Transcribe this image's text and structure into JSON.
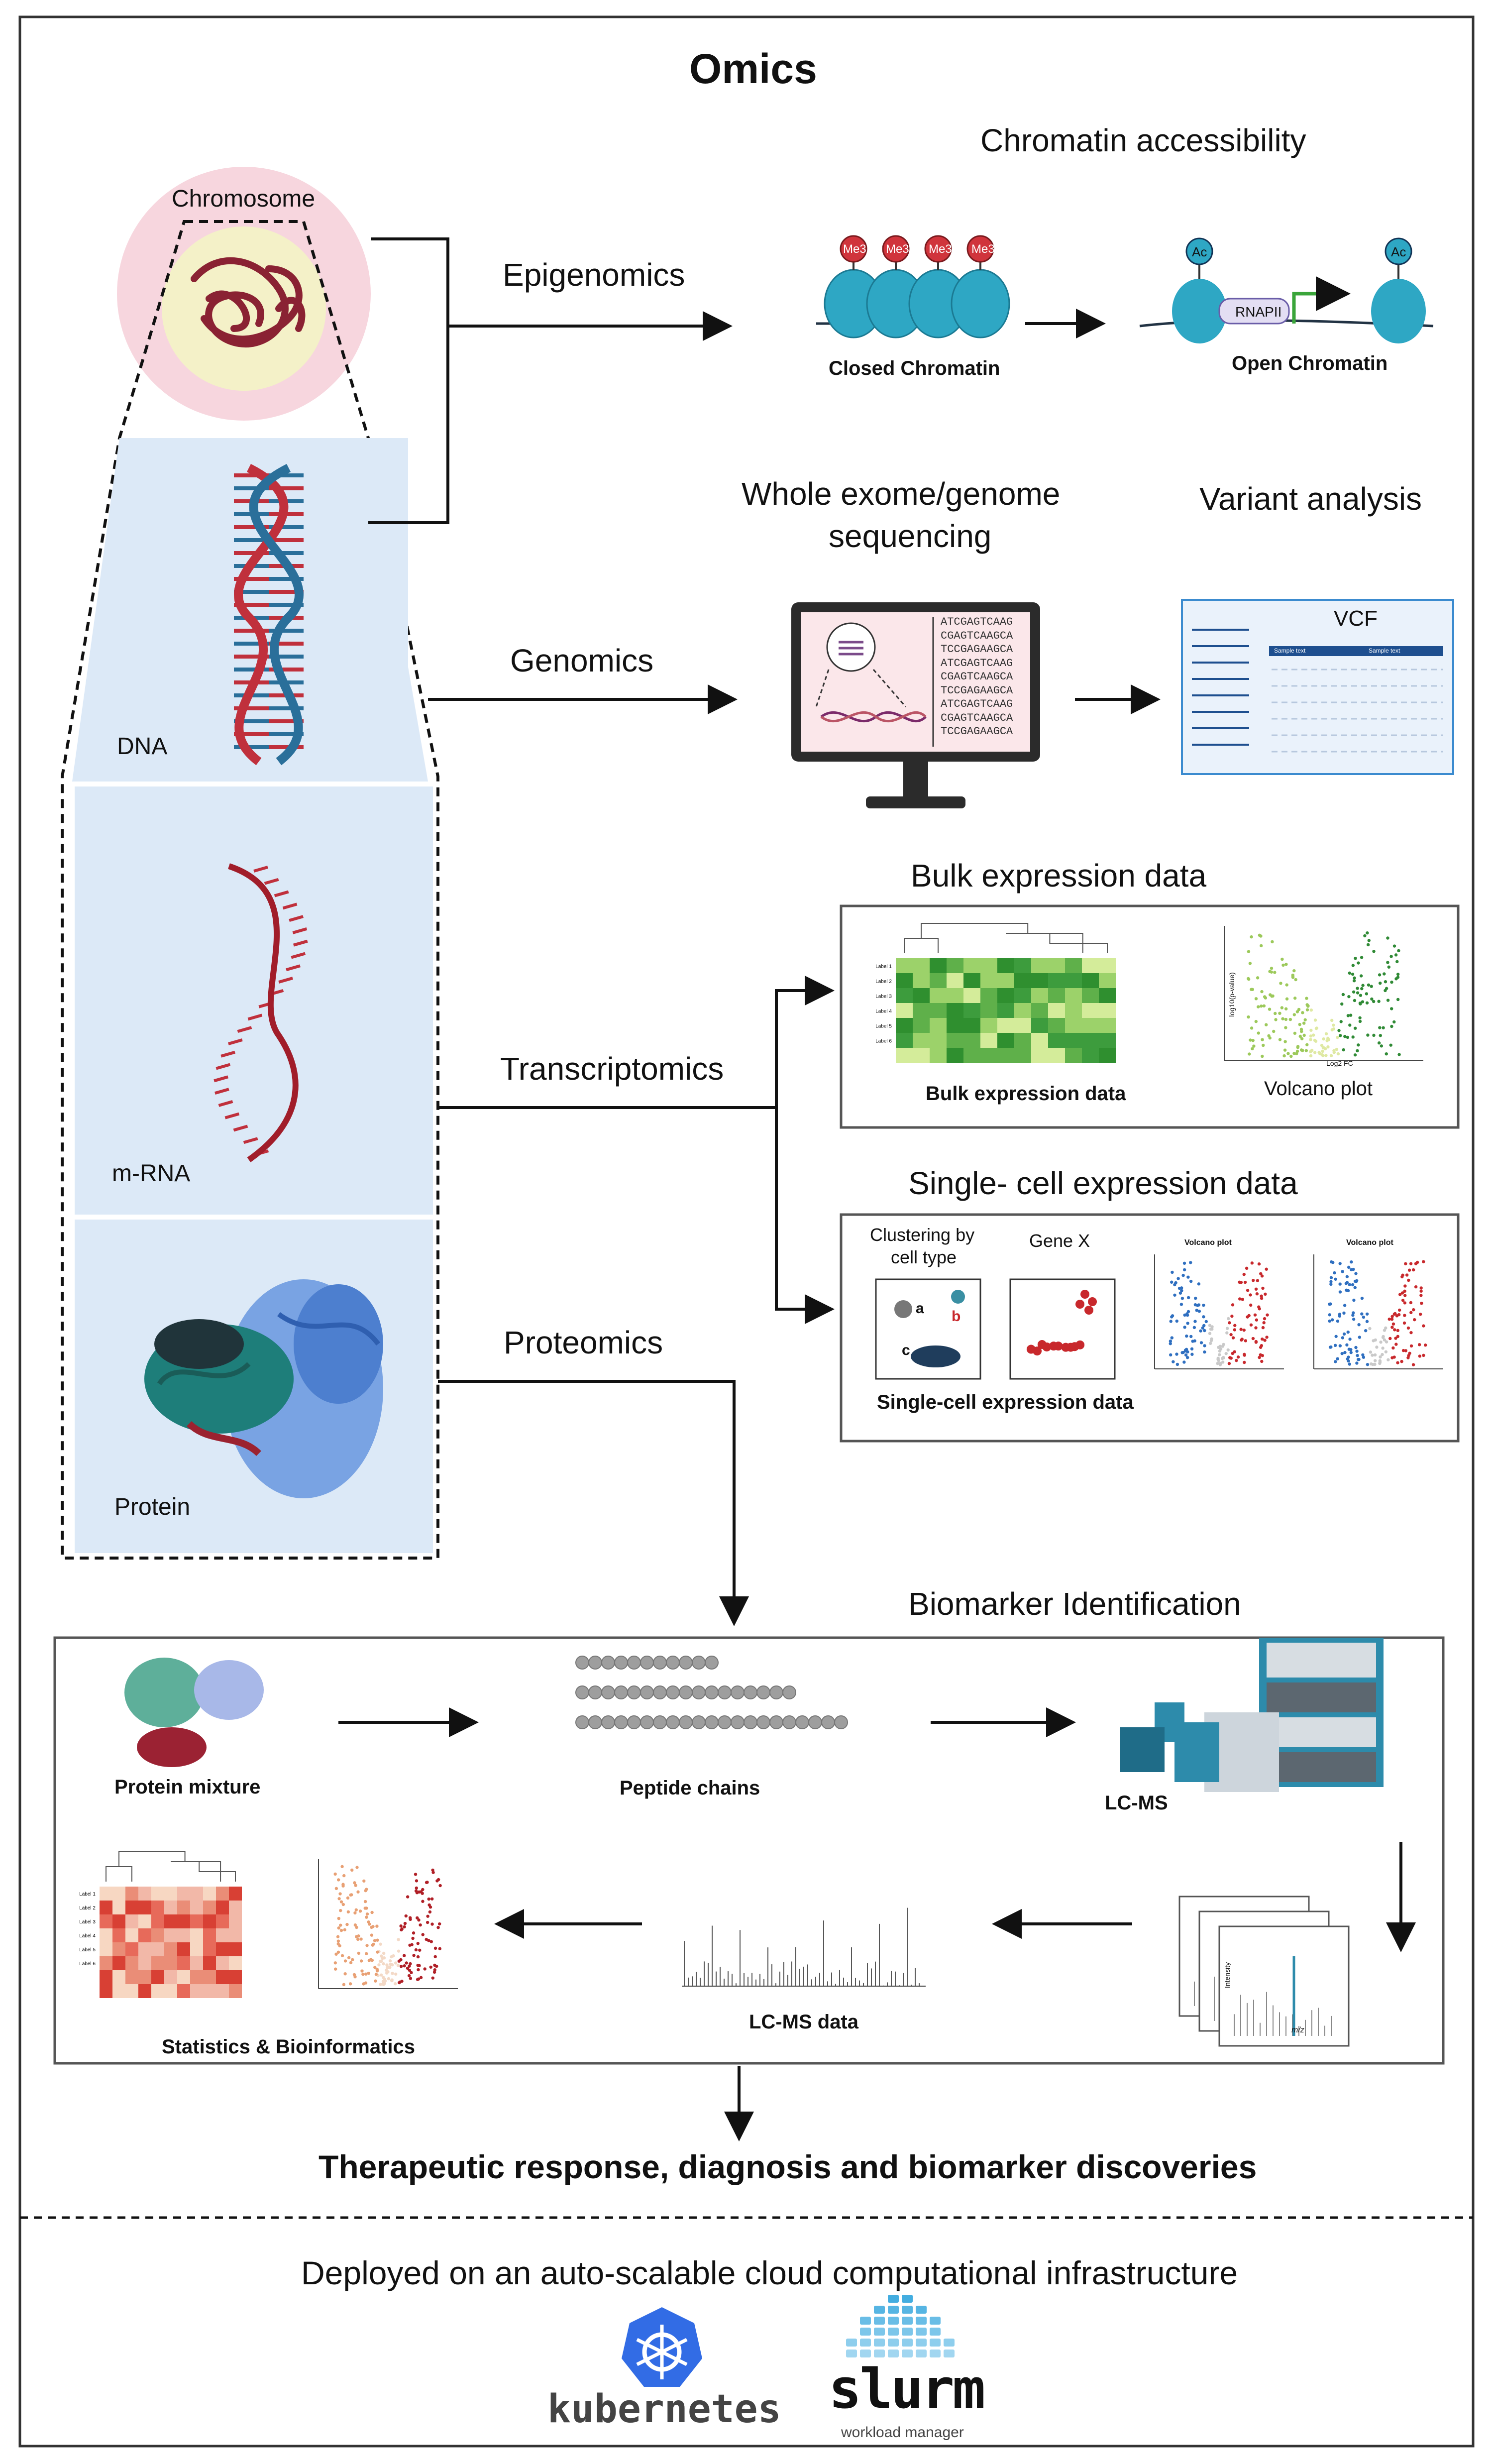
{
  "title": "Omics",
  "sections": {
    "chromosome": "Chromosome",
    "dna": "DNA",
    "mrna": "m-RNA",
    "protein": "Protein"
  },
  "branches": {
    "epigenomics": "Epigenomics",
    "genomics": "Genomics",
    "transcriptomics": "Transcriptomics",
    "proteomics": "Proteomics"
  },
  "epigenomics": {
    "heading": "Chromatin accessibility",
    "closed": "Closed Chromatin",
    "open": "Open Chromatin",
    "mark_me": "Me3",
    "mark_ac": "Ac",
    "rnapii": "RNAPII"
  },
  "genomics": {
    "sequencing_line1": "Whole exome/genome",
    "sequencing_line2": "sequencing",
    "variant": "Variant analysis",
    "vcf": "VCF",
    "vcf_col1": "Sample text",
    "vcf_col2": "Sample text",
    "sequence_lines": [
      "ATCGAGTCAAG",
      "CGAGTCAAGCA",
      "TCCGAGAAGCA",
      "ATCGAGTCAAG",
      "CGAGTCAAGCA",
      "TCCGAGAAGCA",
      "ATCGAGTCAAG",
      "CGAGTCAAGCA",
      "TCCGAGAAGCA"
    ]
  },
  "transcriptomics": {
    "bulk_heading": "Bulk expression data",
    "bulk_caption": "Bulk expression data",
    "volcano_caption": "Volcano plot",
    "volcano_y": "log10(p-value)",
    "volcano_x": "Log2 FC",
    "heatmap_row_labels": [
      "Label 1",
      "Label 2",
      "Label 3",
      "Label 4",
      "Label 5",
      "Label 6"
    ],
    "sc_heading": "Single- cell expression data",
    "clustering_line1": "Clustering by",
    "clustering_line2": "cell type",
    "cluster_a": "a",
    "cluster_b": "b",
    "cluster_c": "c",
    "gene_x": "Gene X",
    "sc_volcano_title_1": "Volcano plot",
    "sc_volcano_title_2": "Volcano plot",
    "sc_caption": "Single-cell expression data"
  },
  "biomarker": {
    "heading": "Biomarker Identification",
    "protein_mixture": "Protein mixture",
    "peptide_chains": "Peptide chains",
    "lcms": "LC-MS",
    "lcms_data": "LC-MS data",
    "stats": "Statistics & Bioinformatics",
    "intensity": "Intensity",
    "mz": "m/z",
    "heatmap_row_labels": [
      "Label 1",
      "Label 2",
      "Label 3",
      "Label 4",
      "Label 5",
      "Label 6"
    ]
  },
  "outcome": "Therapeutic response, diagnosis and biomarker discoveries",
  "deployment": "Deployed on an auto-scalable cloud computational infrastructure",
  "logos": {
    "kubernetes": "kubernetes",
    "slurm": "slurm",
    "slurm_sub": "workload manager"
  },
  "colors": {
    "chromosome_halo": "#f7d6de",
    "chromosome_core": "#f4f1c8",
    "panel_blue": "#dce9f7",
    "dna_red": "#c0303c",
    "dna_blue": "#2a6f9a",
    "nucleosome": "#2ea7c4",
    "me3_red": "#d0343c",
    "heatmap_green": "#3d9c3d",
    "volcano_green": "#3f9a3a",
    "volcano_blue": "#2f6fc0",
    "volcano_red": "#c8282c",
    "peptide_grey": "#9e9e9e",
    "lcms_teal": "#2d8bab",
    "kubernetes_blue": "#326ce5",
    "slurm_blue": "#2fa4dd"
  }
}
